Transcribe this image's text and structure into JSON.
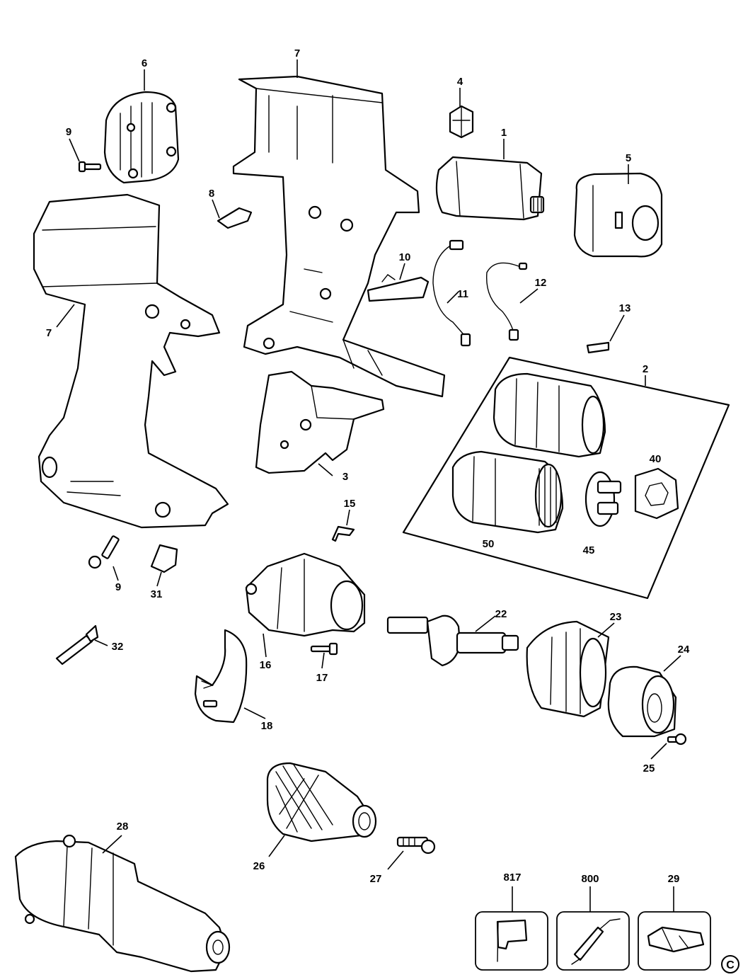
{
  "labels": {
    "l7a": "7",
    "l6": "6",
    "l4": "4",
    "l1": "1",
    "l5": "5",
    "l9a": "9",
    "l8": "8",
    "l10": "10",
    "l11": "11",
    "l12": "12",
    "l7b": "7",
    "l13": "13",
    "l2": "2",
    "l3": "3",
    "l40": "40",
    "l15": "15",
    "l50": "50",
    "l45": "45",
    "l9b": "9",
    "l31": "31",
    "l22": "22",
    "l23": "23",
    "l32": "32",
    "l16": "16",
    "l24": "24",
    "l17": "17",
    "l18": "18",
    "l25": "25",
    "l28": "28",
    "l26": "26",
    "l27": "27",
    "l817": "817",
    "l800": "800",
    "l29": "29"
  },
  "copyright_mark": "C"
}
